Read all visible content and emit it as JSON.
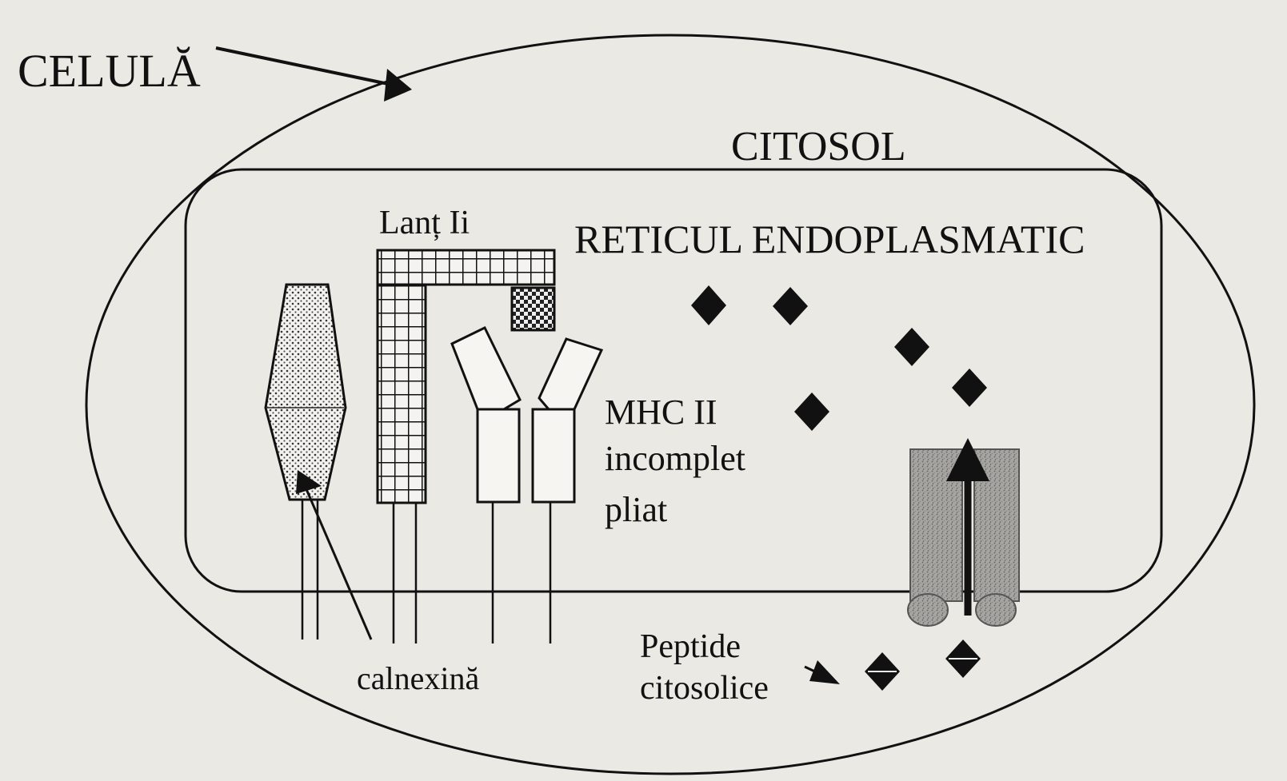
{
  "labels": {
    "cell": "CELULĂ",
    "cytosol": "CITOSOL",
    "er": "RETICUL ENDOPLASMATIC",
    "ii_chain": "Lanț Ii",
    "mhc_line1": "MHC II",
    "mhc_line2": "incomplet",
    "mhc_line3": "pliat",
    "calnexin": "calnexină",
    "peptides_line1": "Peptide",
    "peptides_line2": "citosolice"
  }
}
